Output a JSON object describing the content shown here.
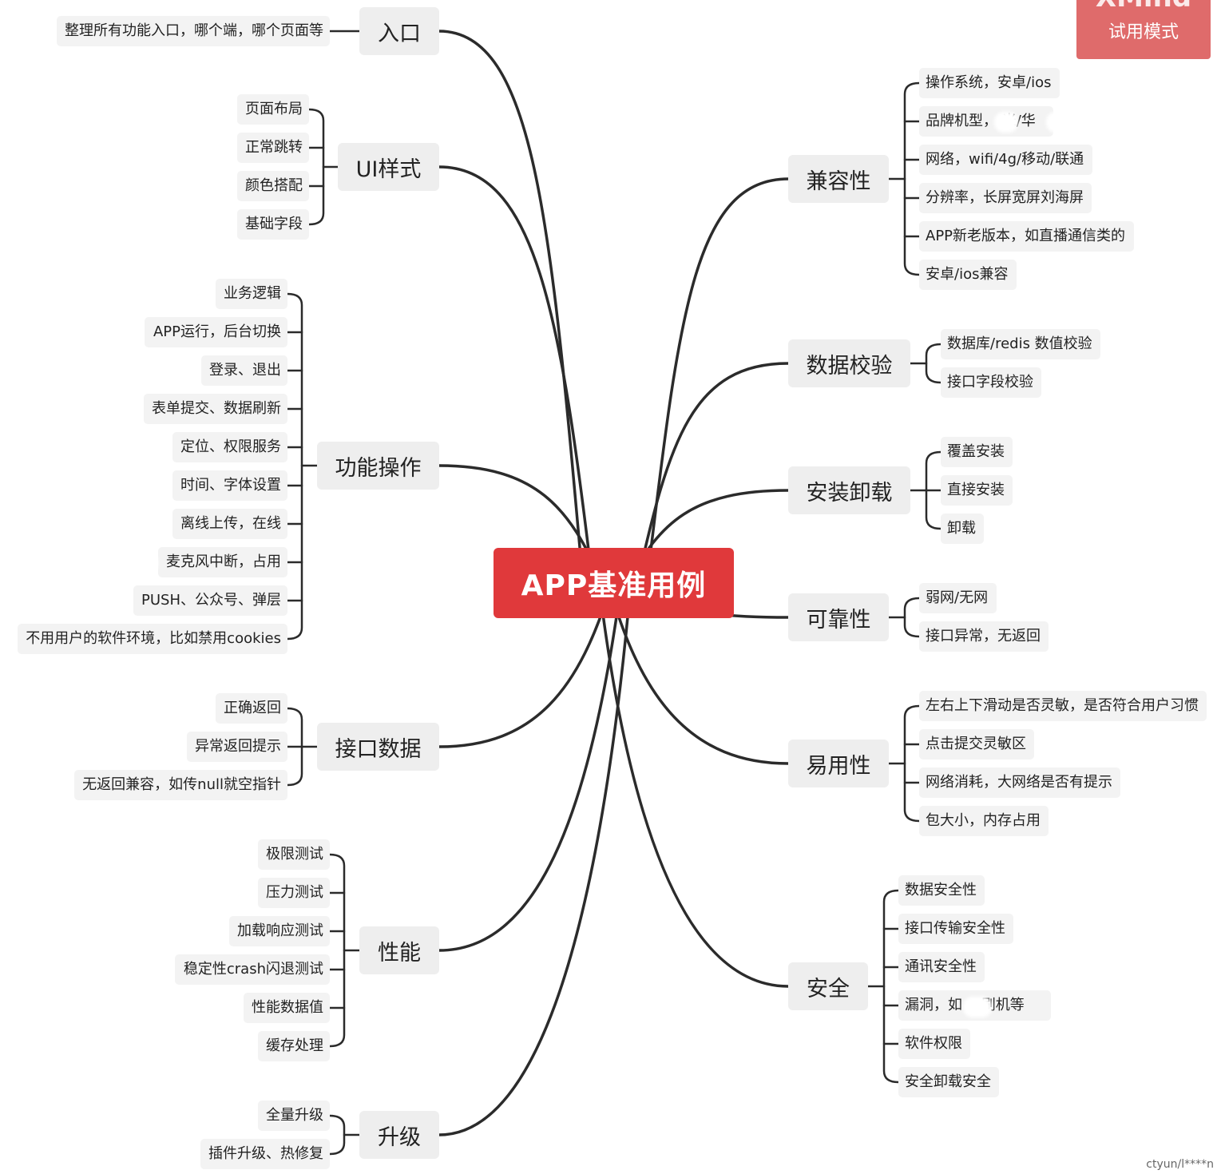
{
  "watermark": {
    "brand": "XMind",
    "mode": "试用模式"
  },
  "credit": "ctyun/l****n",
  "mindmap": {
    "root": "APP基准用例",
    "left": [
      {
        "name": "入口",
        "children": [
          "整理所有功能入口，哪个端，哪个页面等"
        ]
      },
      {
        "name": "UI样式",
        "children": [
          "页面布局",
          "正常跳转",
          "颜色搭配",
          "基础字段"
        ]
      },
      {
        "name": "功能操作",
        "children": [
          "业务逻辑",
          "APP运行，后台切换",
          "登录、退出",
          "表单提交、数据刷新",
          "定位、权限服务",
          "时间、字体设置",
          "离线上传，在线",
          "麦克风中断，占用",
          "PUSH、公众号、弹层",
          "不用用户的软件环境，比如禁用cookies"
        ]
      },
      {
        "name": "接口数据",
        "children": [
          "正确返回",
          "异常返回提示",
          "无返回兼容，如传null就空指针"
        ]
      },
      {
        "name": "性能",
        "children": [
          "极限测试",
          "压力测试",
          "加载响应测试",
          "稳定性crash闪退测试",
          "性能数据值",
          "缓存处理"
        ]
      },
      {
        "name": "升级",
        "children": [
          "全量升级",
          "插件升级、热修复"
        ]
      }
    ],
    "right": [
      {
        "name": "兼容性",
        "children": [
          "操作系统，安卓/ios",
          "品牌机型，   米/华",
          "网络，wifi/4g/移动/联通",
          "分辨率，长屏宽屏刘海屏",
          "APP新老版本，如直播通信类的",
          "安卓/ios兼容"
        ]
      },
      {
        "name": "数据校验",
        "children": [
          "数据库/redis 数值校验",
          "接口字段校验"
        ]
      },
      {
        "name": "安装卸载",
        "children": [
          "覆盖安装",
          "直接安装",
          "卸载"
        ]
      },
      {
        "name": "可靠性",
        "children": [
          "弱网/无网",
          "接口异常，无返回"
        ]
      },
      {
        "name": "易用性",
        "children": [
          "左右上下滑动是否灵敏，是否符合用户习惯",
          "点击提交灵敏区",
          "网络消耗，大网络是否有提示",
          "包大小，内存占用"
        ]
      },
      {
        "name": "安全",
        "children": [
          "数据安全性",
          "接口传输安全性",
          "通讯安全性",
          "漏洞，如     ，刷机等",
          "软件权限",
          "安全卸载安全"
        ]
      }
    ]
  }
}
